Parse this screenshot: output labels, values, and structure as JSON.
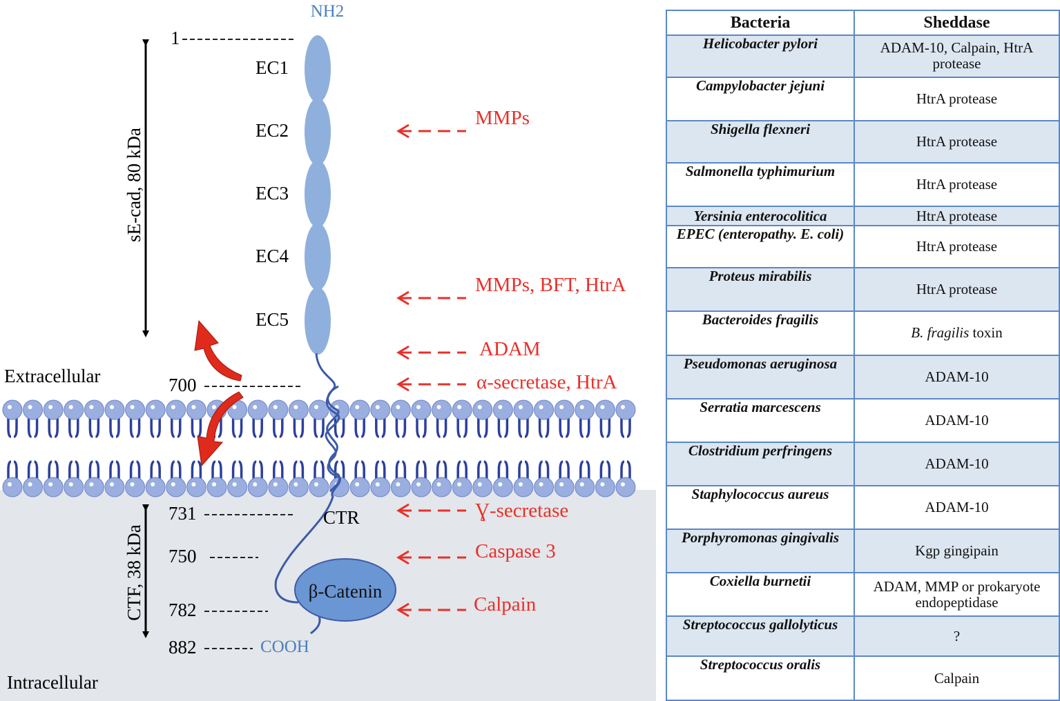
{
  "diagram": {
    "terminal_n": "NH2",
    "terminal_c": "COOH",
    "domains": [
      "EC1",
      "EC2",
      "EC3",
      "EC4",
      "EC5"
    ],
    "positions": [
      "1",
      "700",
      "731",
      "750",
      "782",
      "882"
    ],
    "ctr_label": "CTR",
    "catenin_label": "β-Catenin",
    "extracellular_label": "Extracellular",
    "intracellular_label": "Intracellular",
    "sE_cad_label": "sE-cad, 80 kDa",
    "ctf_label": "CTF, 38 kDa",
    "cleavage_sites": [
      "MMPs",
      "MMPs, BFT, HtrA",
      "ADAM",
      "α-secretase, HtrA",
      "Ɣ-secretase",
      "Caspase 3",
      "Calpain"
    ],
    "colors": {
      "protein": "#8fb0dc",
      "membrane_head": "#9aaee0",
      "membrane_tail": "#2c3f9e",
      "cleavage_text": "#e8302a",
      "terminal_text": "#4a7fc0",
      "intracellular_bg": "#e3e6ea"
    }
  },
  "table": {
    "headers": [
      "Bacteria",
      "Sheddase"
    ],
    "rows": [
      {
        "bacteria": "Helicobacter pylori",
        "sheddase": "ADAM-10, Calpain, HtrA protease"
      },
      {
        "bacteria": "Campylobacter jejuni",
        "sheddase": "HtrA protease"
      },
      {
        "bacteria": "Shigella flexneri",
        "sheddase": "HtrA protease"
      },
      {
        "bacteria": "Salmonella typhimurium",
        "sheddase": "HtrA protease"
      },
      {
        "bacteria": "Yersinia enterocolitica",
        "sheddase": "HtrA protease"
      },
      {
        "bacteria": "EPEC (enteropathy. E. coli)",
        "sheddase": "HtrA protease"
      },
      {
        "bacteria": "Proteus mirabilis",
        "sheddase": "HtrA protease"
      },
      {
        "bacteria": "Bacteroides fragilis",
        "sheddase_italic": "B. fragilis",
        "sheddase": " toxin"
      },
      {
        "bacteria": "Pseudomonas aeruginosa",
        "sheddase": "ADAM-10"
      },
      {
        "bacteria": "Serratia marcescens",
        "sheddase": "ADAM-10"
      },
      {
        "bacteria": "Clostridium perfringens",
        "sheddase": "ADAM-10"
      },
      {
        "bacteria": "Staphylococcus aureus",
        "sheddase": "ADAM-10"
      },
      {
        "bacteria": "Porphyromonas gingivalis",
        "sheddase": "Kgp gingipain"
      },
      {
        "bacteria": "Coxiella burnetii",
        "sheddase": "ADAM, MMP or prokaryote endopeptidase"
      },
      {
        "bacteria": "Streptococcus gallolyticus",
        "sheddase": "?"
      },
      {
        "bacteria": "Streptococcus oralis",
        "sheddase": "Calpain"
      }
    ]
  }
}
